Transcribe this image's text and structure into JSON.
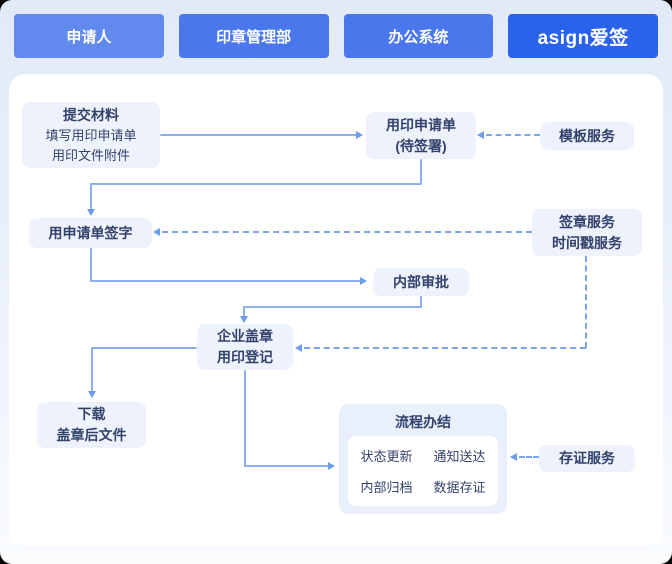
{
  "header": {
    "tabs": [
      {
        "label": "申请人"
      },
      {
        "label": "印章管理部"
      },
      {
        "label": "办公系统"
      },
      {
        "label": "asign爱签"
      }
    ]
  },
  "flow": {
    "submit_materials": {
      "title": "提交材料",
      "line2": "填写用印申请单",
      "line3": "用印文件附件"
    },
    "application_form": {
      "line1": "用印申请单",
      "line2": "(待签署)"
    },
    "template_service": {
      "label": "模板服务"
    },
    "form_sign": {
      "label": "用申请单签字"
    },
    "seal_service": {
      "line1": "签章服务",
      "line2": "时间戳服务"
    },
    "internal_approval": {
      "label": "内部审批"
    },
    "company_seal": {
      "line1": "企业盖章",
      "line2": "用印登记"
    },
    "download": {
      "line1": "下载",
      "line2": "盖章后文件"
    },
    "process_complete": {
      "title": "流程办结",
      "items": [
        "状态更新",
        "通知送达",
        "内部归档",
        "数据存证"
      ]
    },
    "evidence_service": {
      "label": "存证服务"
    }
  },
  "colors": {
    "tab_applicant_bg": "#6189EE",
    "tab_default_bg": "#4A77EC",
    "tab_brand_bg": "#2A63EB",
    "node_bg": "#EDF2FC",
    "node_text": "#33426B",
    "connector_solid": "#8AAFEC",
    "connector_dashed": "#7BA6E8",
    "panel_bg": "#FFFFFF"
  }
}
